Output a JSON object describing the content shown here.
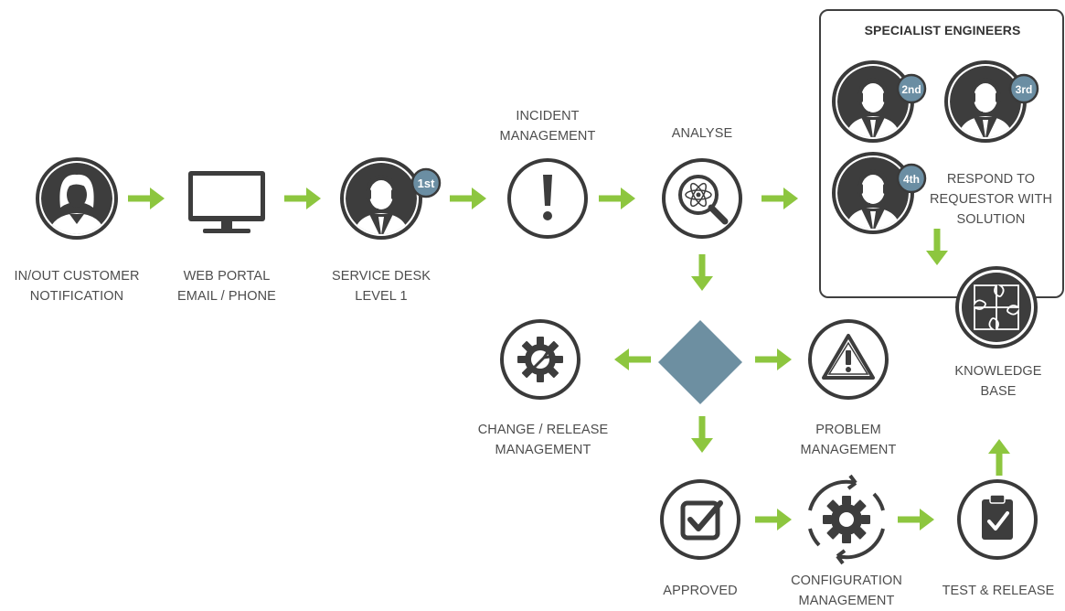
{
  "specialists": {
    "title": "SPECIALIST ENGINEERS",
    "badges": [
      "2nd",
      "3rd",
      "4th"
    ],
    "respond_text": "RESPOND TO\nREQUESTOR WITH\nSOLUTION"
  },
  "nodes": {
    "customer": {
      "label": "IN/OUT CUSTOMER\nNOTIFICATION",
      "icon": "customer-female-icon"
    },
    "portal": {
      "label": "WEB PORTAL\nEMAIL / PHONE",
      "icon": "monitor-icon"
    },
    "service_desk": {
      "label": "SERVICE DESK\nLEVEL 1",
      "badge": "1st",
      "icon": "agent-headset-icon"
    },
    "incident": {
      "label": "INCIDENT\nMANAGEMENT",
      "icon": "exclamation-icon"
    },
    "analyse": {
      "label": "ANALYSE",
      "icon": "magnifier-atom-icon"
    },
    "change": {
      "label": "CHANGE / RELEASE\nMANAGEMENT",
      "icon": "gear-wrench-icon"
    },
    "problem": {
      "label": "PROBLEM\nMANAGEMENT",
      "icon": "warning-triangle-icon"
    },
    "approved": {
      "label": "APPROVED",
      "icon": "checkbox-icon"
    },
    "configuration": {
      "label": "CONFIGURATION\nMANAGEMENT",
      "icon": "gear-cycle-icon"
    },
    "test_release": {
      "label": "TEST & RELEASE",
      "icon": "clipboard-check-icon"
    },
    "knowledge": {
      "label": "KNOWLEDGE\nBASE",
      "icon": "puzzle-icon"
    }
  },
  "colors": {
    "arrow": "#8dc63f",
    "diamond": "#6d8fa1",
    "badge": "#6b8ea3",
    "circle_dark": "#3d3d3d",
    "ring": "#3a3a3a"
  }
}
